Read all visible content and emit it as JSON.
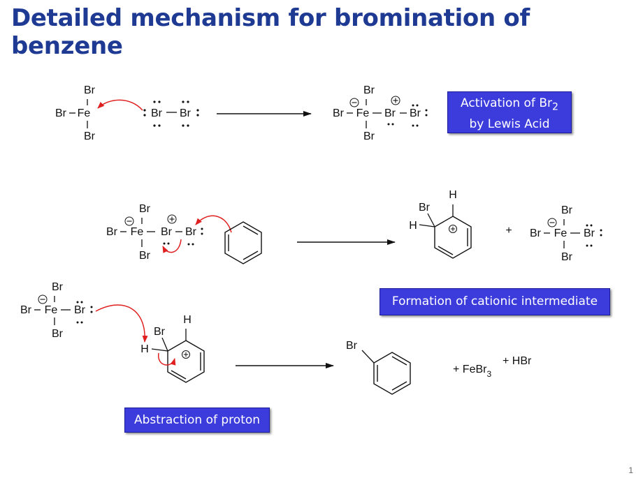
{
  "title": "Detailed mechanism for bromination of benzene",
  "atoms": {
    "br": "Br",
    "fe": "Fe",
    "h": "H"
  },
  "charges": {
    "plus": "+",
    "minus": "−"
  },
  "operators": {
    "plus": "+"
  },
  "labels": {
    "activation_line1": "Activation of Br",
    "activation_sub": "2",
    "activation_line2": "by Lewis Acid",
    "formation": "Formation of  cationic intermediate",
    "abstraction": "Abstraction of proton"
  },
  "products": {
    "hbr": "+ HBr",
    "febr3_prefix": "+ FeBr",
    "febr3_sub": "3"
  },
  "page_number": "1",
  "colors": {
    "title": "#1f3a93",
    "box": "#3c3cdd",
    "curly_arrow": "#e02020"
  }
}
